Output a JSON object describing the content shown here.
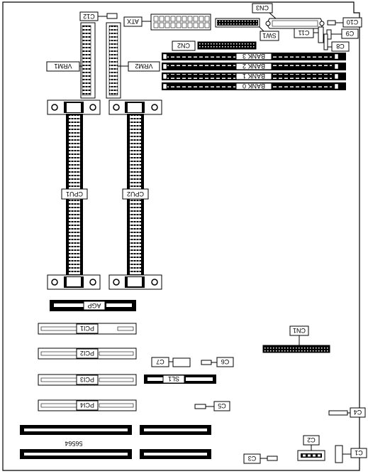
{
  "diagram": {
    "labels": {
      "c12": "C12",
      "atx": "ATX",
      "cn3": "CN3",
      "c10": "C10",
      "c11": "C11",
      "c9": "C9",
      "sw1": "SW1",
      "c8": "C8",
      "cn2": "CN2",
      "vrm1": "VRM1",
      "vrm2": "VRM2",
      "bank3": "BANK 3",
      "bank2": "BANK 2",
      "bank1": "BANK 1",
      "bank0": "BANK 0",
      "cpu1": "CPU1",
      "cpu2": "CPU2",
      "agp": "AGP",
      "pci1": "PCI1",
      "pci2": "PCI2",
      "pci3": "PCI3",
      "pci4": "PCI4",
      "cn1": "CN1",
      "c7": "C7",
      "c6": "C6",
      "sl1": "SL1",
      "c5": "C5",
      "c4": "C4",
      "c2": "C2",
      "c3": "C3",
      "c1": "C1",
      "ref_number": "56564"
    }
  }
}
